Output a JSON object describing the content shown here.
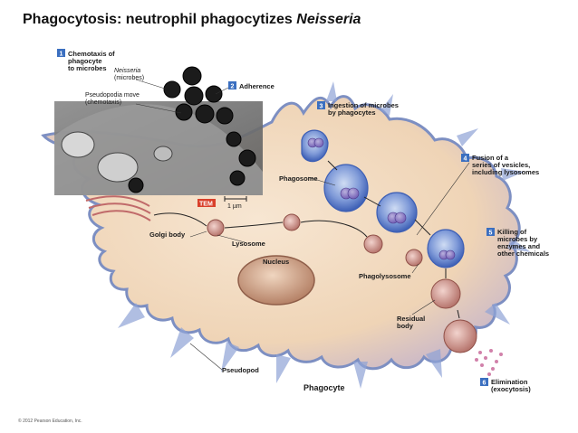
{
  "title_plain": "Phagocytosis: neutrophil phagocytizes ",
  "title_italic": "Neisseria",
  "steps": [
    {
      "num": "1",
      "line1": "Chemotaxis of",
      "line2": "phagocyte",
      "line3": "to microbes"
    },
    {
      "num": "2",
      "line1": "Adherence",
      "line2": "",
      "line3": ""
    },
    {
      "num": "3",
      "line1": "Ingestion of microbes",
      "line2": "by phagocytes",
      "line3": ""
    },
    {
      "num": "4",
      "line1": "Fusion of a",
      "line2": "series of vesicles,",
      "line3": "including lysosomes"
    },
    {
      "num": "5",
      "line1": "Killing of",
      "line2": "microbes by",
      "line3": "enzymes and",
      "line4": "other chemicals"
    },
    {
      "num": "6",
      "line1": "Elimination",
      "line2": "(exocytosis)",
      "line3": ""
    }
  ],
  "labels": {
    "neisseria_1": "Neisseria",
    "neisseria_2": "(microbes)",
    "pseudopodia_1": "Pseudopodia move",
    "pseudopodia_2": "(chemotaxis)",
    "tem": "TEM",
    "scale": "1 µm",
    "phagosome": "Phagosome",
    "golgi": "Golgi body",
    "lysosome": "Lysosome",
    "nucleus": "Nucleus",
    "phagolysosome": "Phagolysosome",
    "residual_1": "Residual",
    "residual_2": "body",
    "pseudopod": "Pseudopod",
    "phagocyte": "Phagocyte"
  },
  "copyright": "© 2012 Pearson Education, Inc.",
  "colors": {
    "cell_fill": "#f3dcc3",
    "cell_edge": "#7d8fc2",
    "membrane_blue": "#5a78c8",
    "step_badge": "#3b6fc0",
    "tem_badge": "#d9402a",
    "microbe": "#1b1b1b",
    "nucleus": "#d9b49a"
  }
}
